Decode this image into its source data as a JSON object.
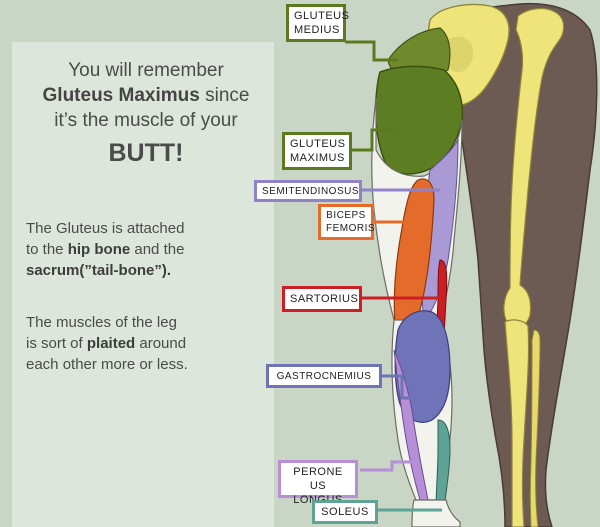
{
  "text": {
    "intro_1": "You will remember",
    "intro_2": "Gluteus Maximus",
    "intro_3": " since",
    "intro_4": "it’s the muscle of your",
    "intro_5": "BUTT!",
    "p2_1": "The Gluteus is attached",
    "p2_2": "to the ",
    "p2_3": "hip bone",
    "p2_4": " and the",
    "p2_5": "sacrum(”tail-bone”).",
    "p3_1": "The muscles of the leg",
    "p3_2": "is sort of ",
    "p3_3": "plaited",
    "p3_4": " around",
    "p3_5": "each other more or less."
  },
  "labels": {
    "gluteus_medius_1": "Gluteus",
    "gluteus_medius_2": "Medius",
    "gluteus_maximus_1": "Gluteus",
    "gluteus_maximus_2": "Maximus",
    "semitendinosus": "Semitendinosus",
    "biceps_femoris_1": "Biceps",
    "biceps_femoris_2": "Femoris",
    "sartorius": "Sartorius",
    "gastrocnemius": "Gastrocnemius",
    "peroneus_longus_1": "Perone us",
    "peroneus_longus_2": "Longus",
    "soleus": "Soleus"
  },
  "colors": {
    "background": "#c9d6c5",
    "panel": "#dde6da",
    "bone": "#efe47a",
    "flesh": "#6d5a52",
    "gluteus_medius": "#6f8a2c",
    "gluteus_maximus": "#5d7d22",
    "semitendinosus": "#a99ad6",
    "biceps_femoris": "#e56b2b",
    "sartorius": "#cc1f24",
    "gastrocnemius": "#6f74b8",
    "peroneus_longus": "#b78fd8",
    "soleus": "#5fa296"
  }
}
